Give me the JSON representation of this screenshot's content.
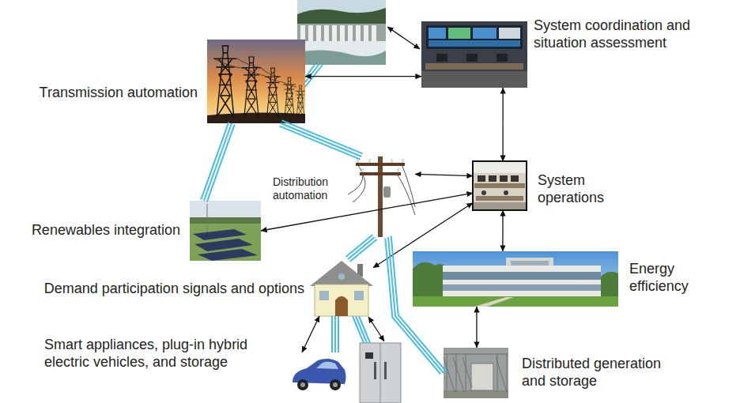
{
  "diagram": {
    "nodes": [
      {
        "text": [
          "System coordination and situation assessment"
        ]
      },
      {
        "text": [
          "Transmission automation"
        ]
      },
      {
        "text": [
          "System operations"
        ]
      },
      {
        "text": [
          "Distribution automation"
        ]
      },
      {
        "text": [
          "Renewables integration"
        ]
      },
      {
        "text": [
          "Demand participation signals and options"
        ]
      },
      {
        "text": [
          "Energy efficiency"
        ]
      },
      {
        "text": [
          "Smart appliances, plug-in hybrid electric vehicles, and storage"
        ]
      },
      {
        "text": [
          "Distributed generation and storage"
        ]
      }
    ],
    "edges": [
      {
        "from": 1,
        "to": 0,
        "arrow": "both"
      },
      {
        "from": 0,
        "to": 2,
        "arrow": "both"
      },
      {
        "from": 3,
        "to": 2,
        "arrow": "both"
      },
      {
        "from": 2,
        "to": 4,
        "arrow": "both"
      },
      {
        "from": 2,
        "to": 5,
        "arrow": "both"
      },
      {
        "from": 2,
        "to": 6,
        "arrow": "both"
      },
      {
        "from": 6,
        "to": 8,
        "arrow": "both"
      },
      {
        "from": 5,
        "to": 7,
        "arrow": "both"
      },
      {
        "from": 1,
        "to": 4,
        "arrow": "none"
      },
      {
        "from": 1,
        "to": 3,
        "arrow": "none"
      },
      {
        "from": 3,
        "to": 5,
        "arrow": "none"
      },
      {
        "from": 3,
        "to": 8,
        "arrow": "none"
      },
      {
        "from": 5,
        "to": 7,
        "arrow": "none"
      }
    ]
  }
}
